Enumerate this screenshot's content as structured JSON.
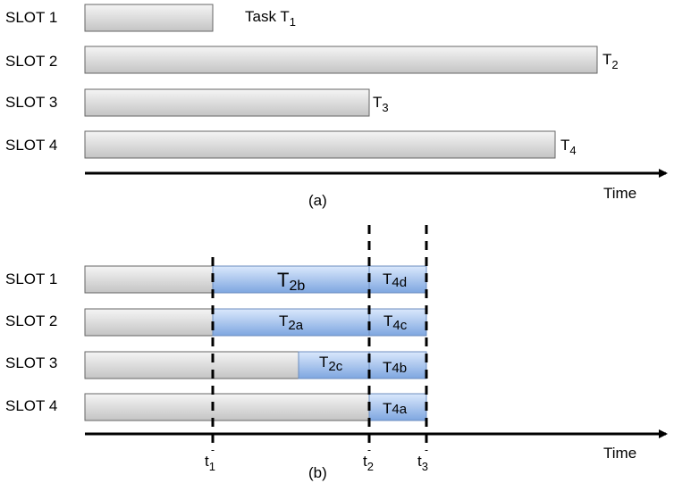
{
  "panel_a": {
    "caption": "(a)",
    "axis_label": "Time",
    "slots": [
      {
        "label": "SLOT 1",
        "task_prefix": "Task T",
        "task_sub": "1"
      },
      {
        "label": "SLOT 2",
        "task_prefix": "T",
        "task_sub": "2"
      },
      {
        "label": "SLOT 3",
        "task_prefix": "T",
        "task_sub": "3"
      },
      {
        "label": "SLOT 4",
        "task_prefix": "T",
        "task_sub": "4"
      }
    ]
  },
  "panel_b": {
    "caption": "(b)",
    "axis_label": "Time",
    "slots": [
      {
        "label": "SLOT 1",
        "seg1": {
          "main": "T",
          "sub": "2b"
        },
        "seg2": {
          "main": "T",
          "sub": "4d"
        }
      },
      {
        "label": "SLOT 2",
        "seg1": {
          "main": "T",
          "sub": "2a"
        },
        "seg2": {
          "main": "T",
          "sub": "4c"
        }
      },
      {
        "label": "SLOT 3",
        "seg1": {
          "main": "T",
          "sub": "2c"
        },
        "seg2": {
          "main": "T",
          "sub": "4b"
        }
      },
      {
        "label": "SLOT 4",
        "seg2": {
          "main": "T",
          "sub": "4a"
        }
      }
    ],
    "markers": [
      {
        "main": "t",
        "sub": "1"
      },
      {
        "main": "t",
        "sub": "2"
      },
      {
        "main": "t",
        "sub": "3"
      }
    ]
  },
  "colors": {
    "bar_gray_top": "#f5f5f5",
    "bar_gray_bottom": "#c4c4c4",
    "bar_blue_top": "#dae8fc",
    "bar_blue_bottom": "#7ea6e0"
  }
}
